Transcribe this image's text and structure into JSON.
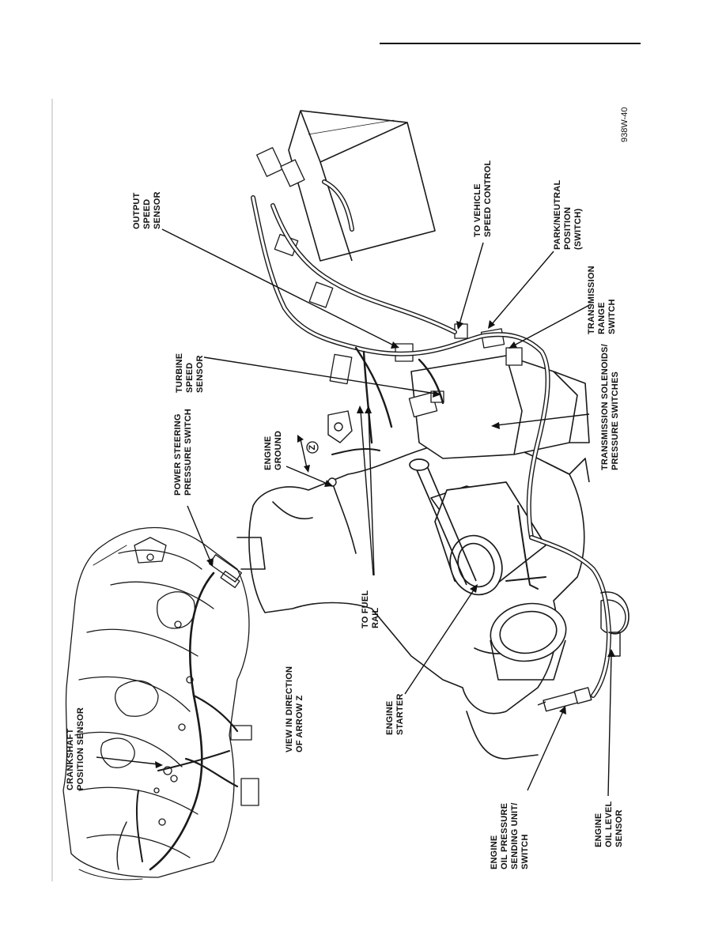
{
  "figure_id": "938W-40",
  "labels": {
    "crankshaft": [
      "CRANKSHAFT",
      "POSITION SENSOR"
    ],
    "view_arrow": [
      "VIEW IN DIRECTION",
      "OF ARROW Z"
    ],
    "power_steering": [
      "POWER STEERING",
      "PRESSURE SWITCH"
    ],
    "engine_ground": [
      "ENGINE",
      "GROUND"
    ],
    "turbine": [
      "TURBINE",
      "SPEED",
      "SENSOR"
    ],
    "output_speed": [
      "OUTPUT",
      "SPEED",
      "SENSOR"
    ],
    "vehicle_speed": [
      "TO VEHICLE",
      "SPEED CONTROL"
    ],
    "park_neutral": [
      "PARK/NEUTRAL",
      "POSITION",
      "(SWITCH)"
    ],
    "trans_range": [
      "TRANSMISSION",
      "RANGE",
      "SWITCH"
    ],
    "solenoids": [
      "TRANSMISSION SOLENOIDS/",
      "PRESSURE SWITCHES"
    ],
    "fuel_rail": [
      "TO FUEL",
      "RAIL"
    ],
    "starter": [
      "ENGINE",
      "STARTER"
    ],
    "oil_pressure": [
      "ENGINE",
      "OIL PRESSURE",
      "SENDING UNIT/",
      "SWITCH"
    ],
    "oil_level": [
      "ENGINE",
      "OIL LEVEL",
      "SENSOR"
    ]
  },
  "arrow_mark": "Z"
}
